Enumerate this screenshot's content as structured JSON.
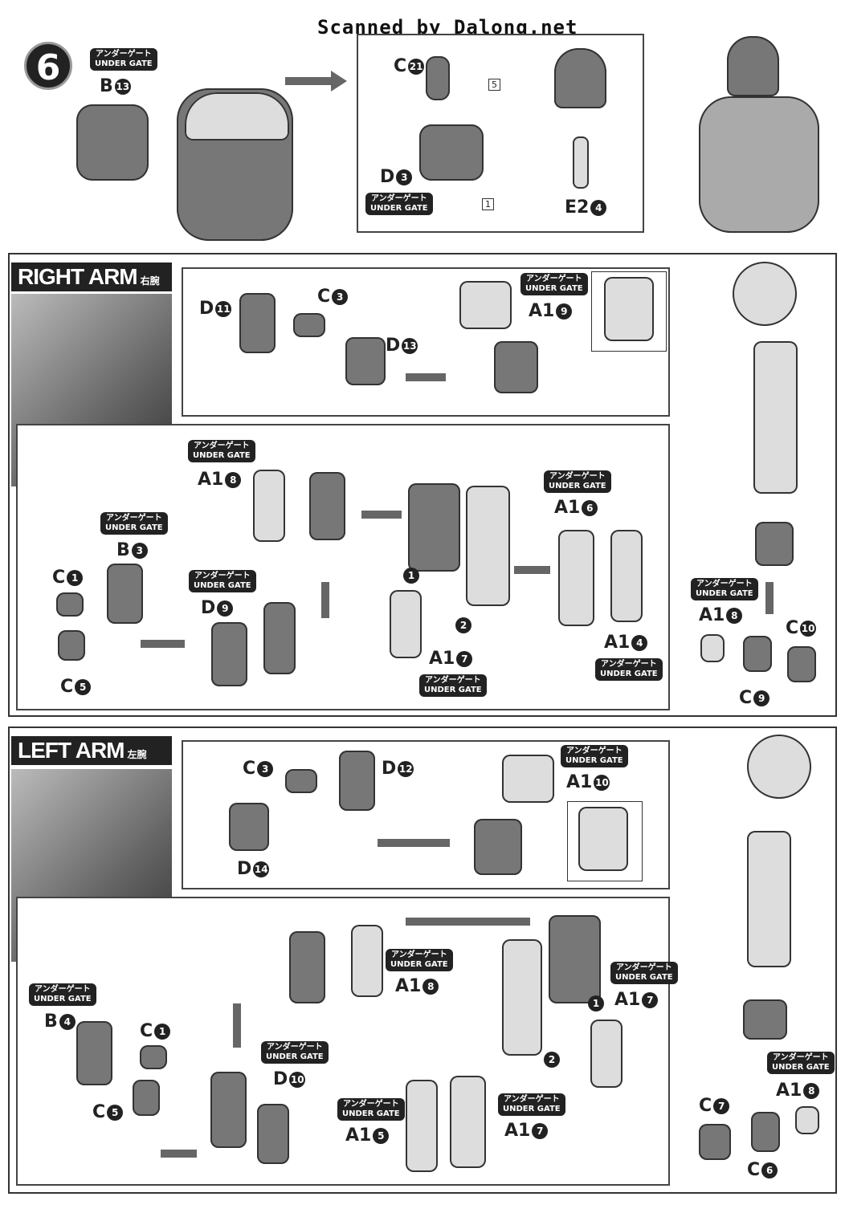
{
  "header": {
    "scanned_by": "Scanned by Dalong.net"
  },
  "gate_label": {
    "jp": "アンダーゲート",
    "en": "UNDER GATE"
  },
  "step6": {
    "number": "6",
    "parts": {
      "b13": {
        "letter": "B",
        "num": "13"
      },
      "c21": {
        "letter": "C",
        "num": "21"
      },
      "d3": {
        "letter": "D",
        "num": "3"
      },
      "e24": {
        "letter": "E2",
        "num": "4"
      }
    },
    "marks": {
      "m5": "5",
      "m1": "1"
    }
  },
  "right_arm": {
    "title": "RIGHT ARM",
    "title_jp": "右腕",
    "parts": {
      "d11": {
        "letter": "D",
        "num": "11"
      },
      "c3": {
        "letter": "C",
        "num": "3"
      },
      "d13": {
        "letter": "D",
        "num": "13"
      },
      "a19": {
        "letter": "A1",
        "num": "9"
      },
      "a18": {
        "letter": "A1",
        "num": "8"
      },
      "b3": {
        "letter": "B",
        "num": "3"
      },
      "c1": {
        "letter": "C",
        "num": "1"
      },
      "d9": {
        "letter": "D",
        "num": "9"
      },
      "c5": {
        "letter": "C",
        "num": "5"
      },
      "a16": {
        "letter": "A1",
        "num": "6"
      },
      "a17": {
        "letter": "A1",
        "num": "7"
      },
      "a14": {
        "letter": "A1",
        "num": "4"
      },
      "a18b": {
        "letter": "A1",
        "num": "8"
      },
      "c10": {
        "letter": "C",
        "num": "10"
      },
      "c9": {
        "letter": "C",
        "num": "9"
      }
    },
    "steps": {
      "s1": "1",
      "s2": "2"
    }
  },
  "left_arm": {
    "title": "LEFT ARM",
    "title_jp": "左腕",
    "parts": {
      "c3": {
        "letter": "C",
        "num": "3"
      },
      "d12": {
        "letter": "D",
        "num": "12"
      },
      "a110": {
        "letter": "A1",
        "num": "10"
      },
      "d14": {
        "letter": "D",
        "num": "14"
      },
      "a18": {
        "letter": "A1",
        "num": "8"
      },
      "a17": {
        "letter": "A1",
        "num": "7"
      },
      "b4": {
        "letter": "B",
        "num": "4"
      },
      "c1": {
        "letter": "C",
        "num": "1"
      },
      "c5": {
        "letter": "C",
        "num": "5"
      },
      "d10": {
        "letter": "D",
        "num": "10"
      },
      "a15": {
        "letter": "A1",
        "num": "5"
      },
      "a17b": {
        "letter": "A1",
        "num": "7"
      },
      "a18b": {
        "letter": "A1",
        "num": "8"
      },
      "c7": {
        "letter": "C",
        "num": "7"
      },
      "c6": {
        "letter": "C",
        "num": "6"
      }
    },
    "steps": {
      "s1": "1",
      "s2": "2"
    }
  }
}
